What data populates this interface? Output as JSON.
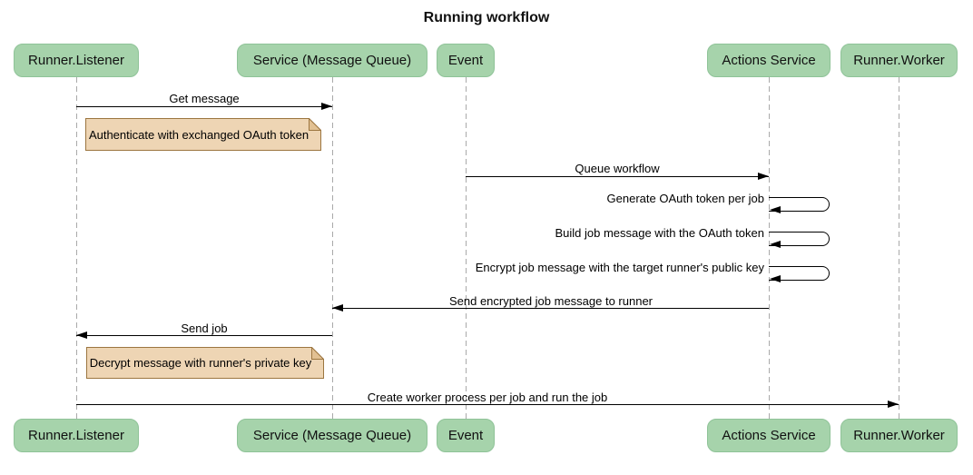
{
  "diagram": {
    "title": "Running workflow",
    "type": "sequence-diagram"
  },
  "participants": [
    {
      "id": "runner-listener",
      "label": "Runner.Listener"
    },
    {
      "id": "service-message-queue",
      "label": "Service (Message Queue)"
    },
    {
      "id": "event",
      "label": "Event"
    },
    {
      "id": "actions-service",
      "label": "Actions Service"
    },
    {
      "id": "runner-worker",
      "label": "Runner.Worker"
    }
  ],
  "messages": [
    {
      "kind": "arrow",
      "from": "Runner.Listener",
      "to": "Service (Message Queue)",
      "label": "Get message"
    },
    {
      "kind": "note",
      "anchor": "right of Runner.Listener",
      "label": "Authenticate with exchanged OAuth token"
    },
    {
      "kind": "arrow",
      "from": "Event",
      "to": "Actions Service",
      "label": "Queue workflow"
    },
    {
      "kind": "self",
      "from": "Actions Service",
      "to": "Actions Service",
      "label": "Generate OAuth token per job"
    },
    {
      "kind": "self",
      "from": "Actions Service",
      "to": "Actions Service",
      "label": "Build job message with the OAuth token"
    },
    {
      "kind": "self",
      "from": "Actions Service",
      "to": "Actions Service",
      "label": "Encrypt job message with the target runner's public key"
    },
    {
      "kind": "arrow",
      "from": "Actions Service",
      "to": "Service (Message Queue)",
      "label": "Send encrypted job message to runner"
    },
    {
      "kind": "arrow",
      "from": "Service (Message Queue)",
      "to": "Runner.Listener",
      "label": "Send job"
    },
    {
      "kind": "note",
      "anchor": "right of Runner.Listener",
      "label": "Decrypt message with runner's private key"
    },
    {
      "kind": "arrow",
      "from": "Runner.Listener",
      "to": "Runner.Worker",
      "label": "Create worker process per job and run the job"
    }
  ],
  "colors": {
    "participant_fill": "#a6d3ab",
    "participant_border": "#8fc398",
    "note_fill": "#eed5b4",
    "note_fold": "#e2c193",
    "note_border": "#9c7640",
    "lifeline": "#a9a9a9",
    "message_line": "#000000",
    "background": "#ffffff"
  }
}
